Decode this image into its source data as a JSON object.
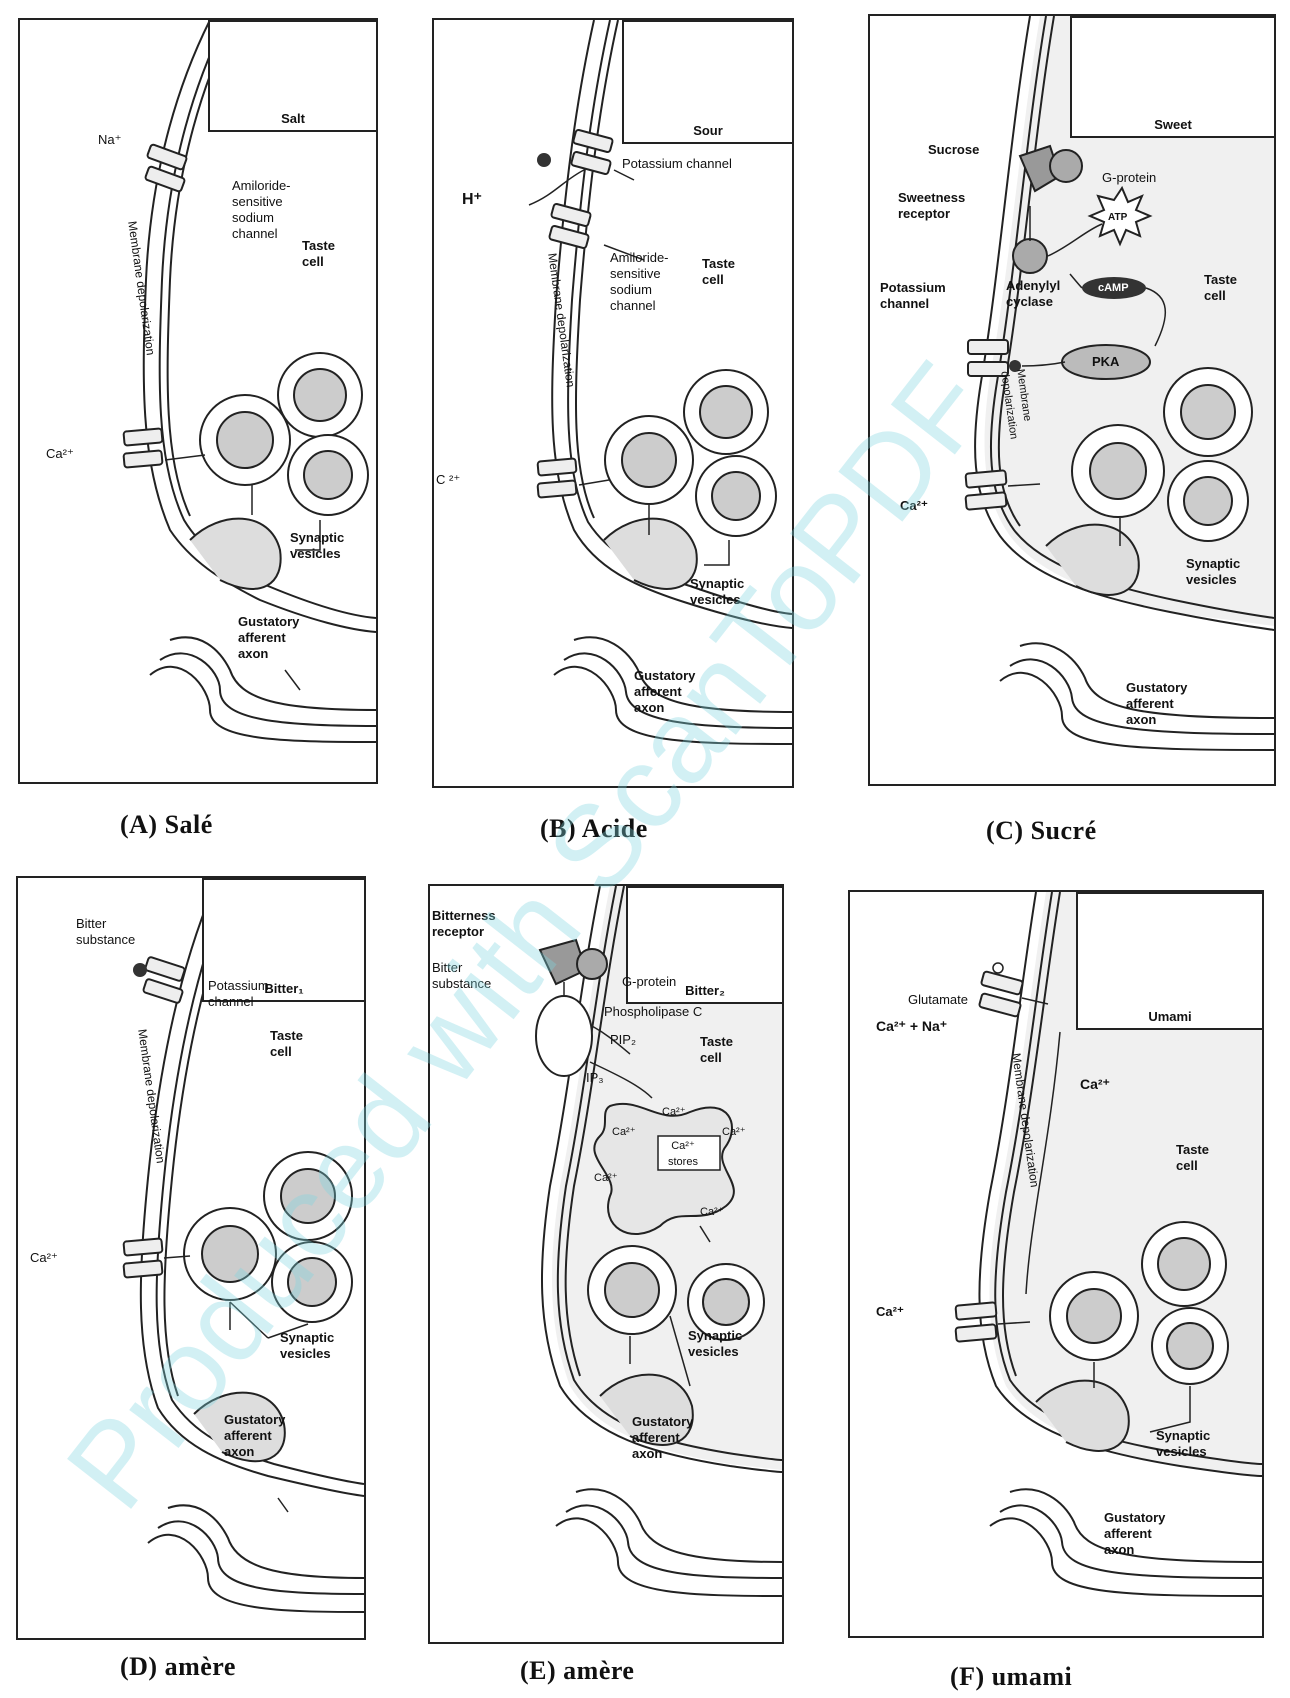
{
  "watermark": "Produced with ScanToPDF",
  "panels": {
    "a": {
      "inset": "Salt",
      "caption": "(A) Salé",
      "labels": {
        "ion": "Na⁺",
        "channel": "Amiloride-\nsensitive\nsodium\nchannel",
        "cell": "Taste\ncell",
        "depol": "Membrane depolarization",
        "ca": "Ca²⁺",
        "vesicles": "Synaptic\nvesicles",
        "axon": "Gustatory\nafferent\naxon"
      }
    },
    "b": {
      "inset": "Sour",
      "caption": "(B) Acide",
      "labels": {
        "k": "Potassium channel",
        "ion": "H⁺",
        "channel": "Amiloride-\nsensitive\nsodium\nchannel",
        "cell": "Taste\ncell",
        "depol": "Membrane depolarization",
        "ca": "C  ²⁺",
        "vesicles": "Synaptic\nvesicles",
        "axon": "Gustatory\nafferent\naxon"
      }
    },
    "c": {
      "inset": "Sweet",
      "caption": "(C) Sucré",
      "labels": {
        "sucrose": "Sucrose",
        "gprot": "G-protein",
        "receptor": "Sweetness\nreceptor",
        "atp": "ATP",
        "camp": "cAMP",
        "adenylyl": "Adenylyl\ncyclase",
        "pka": "PKA",
        "k": "Potassium\nchannel",
        "cell": "Taste\ncell",
        "depol": "Membrane\ndepolarization",
        "ca": "Ca²⁺",
        "vesicles": "Synaptic\nvesicles",
        "axon": "Gustatory\nafferent\naxon"
      }
    },
    "d": {
      "inset": "Bitter₁",
      "caption": "(D)   amère",
      "labels": {
        "substance": "Bitter\nsubstance",
        "k": "Potassium\nchannel",
        "cell": "Taste\ncell",
        "depol": "Membrane depolarization",
        "ca": "Ca²⁺",
        "vesicles": "Synaptic\nvesicles",
        "axon": "Gustatory\nafferent\naxon"
      }
    },
    "e": {
      "inset": "Bitter₂",
      "caption": "(E)   amère",
      "labels": {
        "receptor": "Bitterness\nreceptor",
        "substance": "Bitter\nsubstance",
        "gprot": "G-protein",
        "plc": "Phospholipase C",
        "pip": "PIP₂",
        "ip": "IP₃",
        "cell": "Taste\ncell",
        "stores": "Ca²⁺\nstores",
        "ca_a": "Ca²⁺",
        "ca_b": "Ca²⁺",
        "ca_c": "Ca²⁺",
        "ca_d": "Ca²⁺",
        "ca_e": "Ca²⁺",
        "vesicles": "Synaptic\nvesicles",
        "axon": "Gustatory\nafferent\naxon"
      }
    },
    "f": {
      "inset": "Umami",
      "caption": "(F)  umami",
      "labels": {
        "glutamate": "Glutamate",
        "ions": "Ca²⁺ + Na⁺",
        "ca_in": "Ca²⁺",
        "cell": "Taste\ncell",
        "depol": "Membrane depolarization",
        "ca": "Ca²⁺",
        "vesicles": "Synaptic\nvesicles",
        "axon": "Gustatory\nafferent\naxon"
      }
    }
  }
}
